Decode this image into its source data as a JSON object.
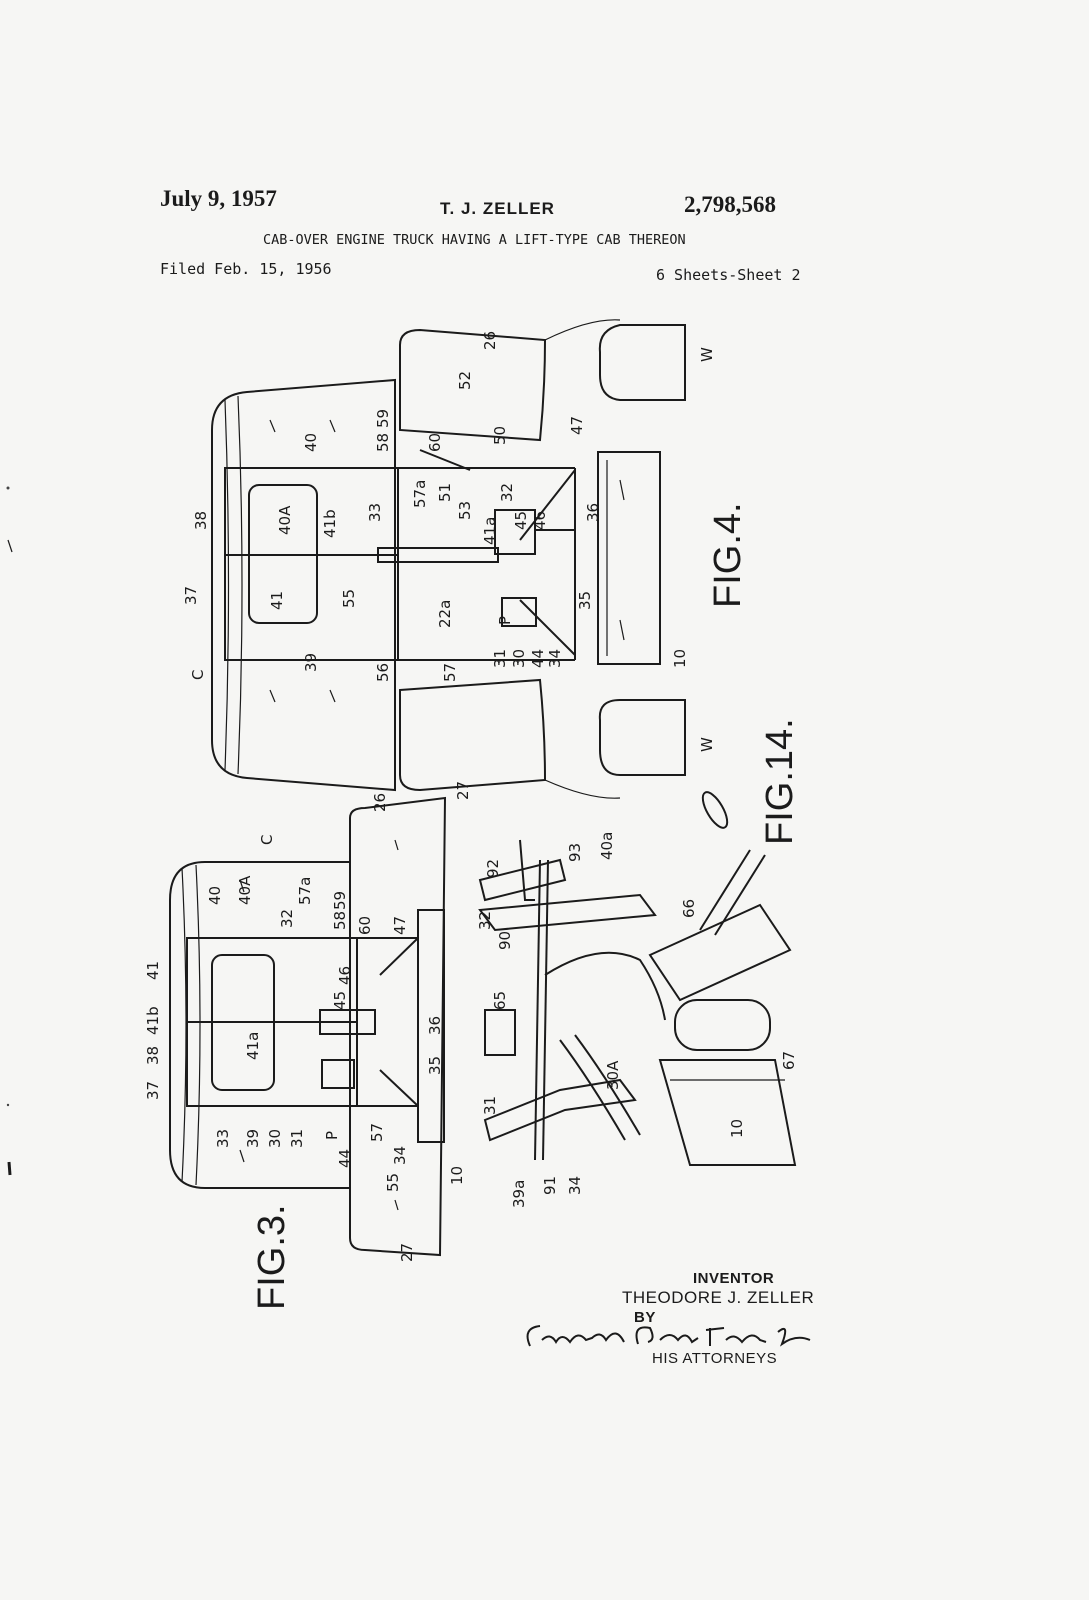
{
  "header": {
    "date": "July 9, 1957",
    "inventor_short": "T. J. ZELLER",
    "patent_number": "2,798,568",
    "title": "CAB-OVER ENGINE TRUCK HAVING A LIFT-TYPE CAB THEREON",
    "filed": "Filed Feb. 15, 1956",
    "sheets": "6 Sheets-Sheet 2"
  },
  "figures": {
    "fig3": "FIG.3.",
    "fig4": "FIG.4.",
    "fig14": "FIG.14."
  },
  "fig4_refs": [
    "26",
    "W",
    "52",
    "47",
    "50",
    "60",
    "58",
    "59",
    "40",
    "38",
    "57a",
    "51",
    "53",
    "32",
    "36",
    "33",
    "41b",
    "40A",
    "41a",
    "45",
    "46",
    "41",
    "37",
    "55",
    "22a",
    "P",
    "35",
    "C",
    "39",
    "31",
    "30",
    "44",
    "34",
    "56",
    "57",
    "10",
    "27",
    "W"
  ],
  "fig3_refs": [
    "26",
    "C",
    "40A",
    "40",
    "57a",
    "32",
    "58",
    "59",
    "60",
    "47",
    "41",
    "41b",
    "38",
    "37",
    "46",
    "45",
    "41a",
    "36",
    "35",
    "33",
    "39",
    "30",
    "31",
    "P",
    "44",
    "57",
    "34",
    "55",
    "10",
    "27"
  ],
  "fig14_refs": [
    "92",
    "93",
    "40a",
    "32",
    "90",
    "65",
    "66",
    "67",
    "30A",
    "31",
    "39a",
    "91",
    "34",
    "10"
  ],
  "signature": {
    "inventor_label": "INVENTOR",
    "inventor_name": "THEODORE J. ZELLER",
    "by_label": "BY",
    "signature_text": "Campbell, Brumbaugh, Free & Graves",
    "attorneys_label": "HIS ATTORNEYS"
  }
}
